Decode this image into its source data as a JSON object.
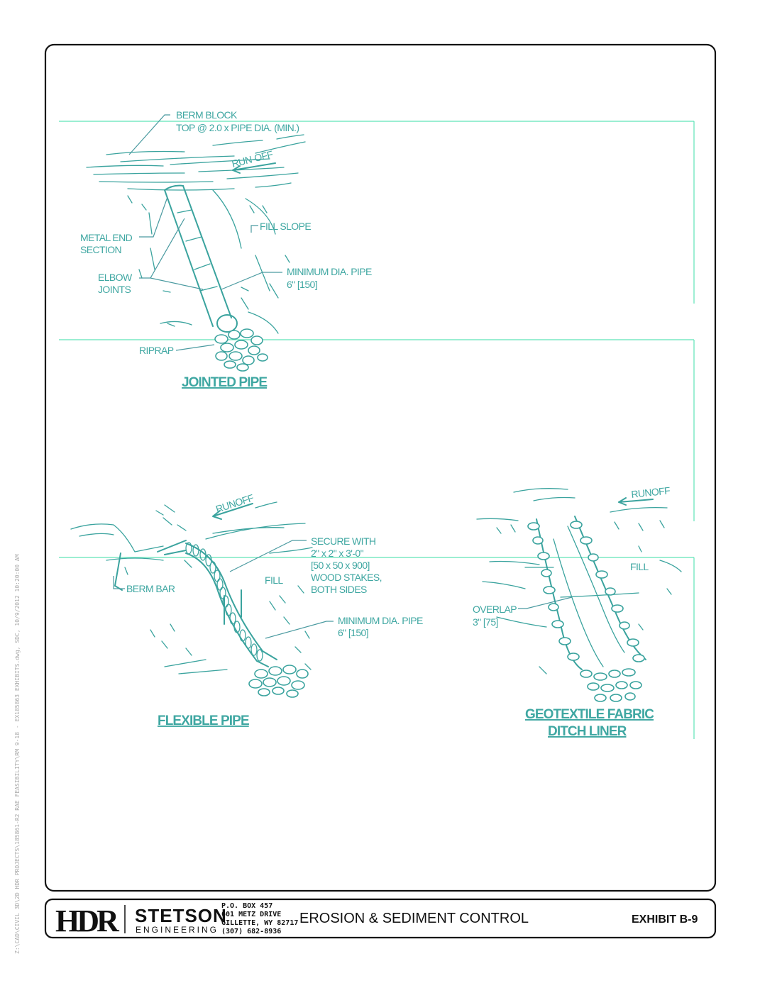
{
  "side_text": "Z:\\CAD\\CIVIL 3D\\2D HDR PROJECTS\\185861-R2 RAE FEASIBILITY\\RM 9-18 - EX185863 EXHIBITS.dwg, SDC, 10/9/2012 10:20:00 AM",
  "details": {
    "jointed_pipe": {
      "title": "JOINTED PIPE",
      "berm_block_1": "BERM BLOCK",
      "berm_block_2": "TOP @ 2.0 x PIPE DIA. (MIN.)",
      "runoff": "RUN-OFF",
      "fill_slope": "FILL SLOPE",
      "metal_end_1": "METAL END",
      "metal_end_2": "SECTION",
      "elbow_1": "ELBOW",
      "elbow_2": "JOINTS",
      "min_pipe_1": "MINIMUM DIA. PIPE",
      "min_pipe_2": "6\" [150]",
      "riprap": "RIPRAP"
    },
    "flexible_pipe": {
      "title": "FLEXIBLE PIPE",
      "runoff": "RUNOFF",
      "berm_bar": "BERM BAR",
      "fill": "FILL",
      "secure_1": "SECURE WITH",
      "secure_2": "2\" x 2\" x 3'-0\"",
      "secure_3": "[50 x 50 x 900]",
      "secure_4": "WOOD STAKES,",
      "secure_5": "BOTH SIDES",
      "min_pipe_1": "MINIMUM DIA. PIPE",
      "min_pipe_2": "6\" [150]"
    },
    "geotextile": {
      "title_1": "GEOTEXTILE FABRIC",
      "title_2": "DITCH LINER",
      "runoff": "RUNOFF",
      "fill": "FILL",
      "overlap_1": "OVERLAP",
      "overlap_2": "3\" [75]"
    }
  },
  "title_block": {
    "logo_hdr": "HDR",
    "logo_stetson": "STETSON",
    "logo_engineering": "ENGINEERING",
    "address_1": "P.O. BOX 457",
    "address_2": "601 METZ DRIVE",
    "address_3": "GILLETTE, WY  82717",
    "address_4": "(307) 682-8936",
    "drawing_title": "EROSION & SEDIMENT CONTROL",
    "exhibit": "EXHIBIT B-9"
  },
  "colors": {
    "linework": "#3aa39e",
    "guides": "#5fe3b8",
    "border": "#111111"
  }
}
